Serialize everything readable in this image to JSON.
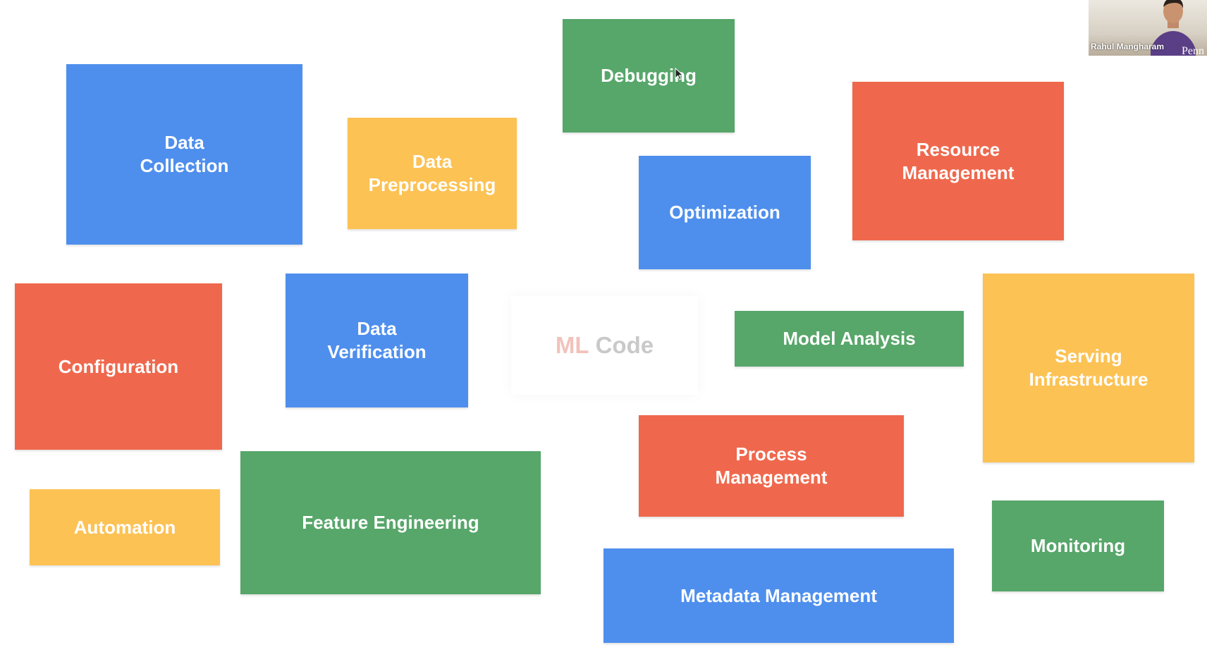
{
  "diagram": {
    "center_label": {
      "ml": "ML",
      "code": "Code"
    },
    "boxes": [
      {
        "id": "data-collection",
        "label": "Data\nCollection",
        "color": "#4e8fed"
      },
      {
        "id": "data-preprocessing",
        "label": "Data\nPreprocessing",
        "color": "#fcc254"
      },
      {
        "id": "debugging",
        "label": "Debugging",
        "color": "#57a66a"
      },
      {
        "id": "resource-management",
        "label": "Resource\nManagement",
        "color": "#ef684d"
      },
      {
        "id": "optimization",
        "label": "Optimization",
        "color": "#4e8fed"
      },
      {
        "id": "configuration",
        "label": "Configuration",
        "color": "#ef684d"
      },
      {
        "id": "data-verification",
        "label": "Data\nVerification",
        "color": "#4e8fed"
      },
      {
        "id": "model-analysis",
        "label": "Model Analysis",
        "color": "#57a66a"
      },
      {
        "id": "serving-infrastructure",
        "label": "Serving\nInfrastructure",
        "color": "#fcc254"
      },
      {
        "id": "process-management",
        "label": "Process\nManagement",
        "color": "#ef684d"
      },
      {
        "id": "automation",
        "label": "Automation",
        "color": "#fcc254"
      },
      {
        "id": "feature-engineering",
        "label": "Feature Engineering",
        "color": "#57a66a"
      },
      {
        "id": "monitoring",
        "label": "Monitoring",
        "color": "#57a66a"
      },
      {
        "id": "metadata-management",
        "label": "Metadata Management",
        "color": "#4e8fed"
      }
    ]
  },
  "video_overlay": {
    "participant_name": "Rahul Mangharam",
    "watermark": "Penn"
  }
}
